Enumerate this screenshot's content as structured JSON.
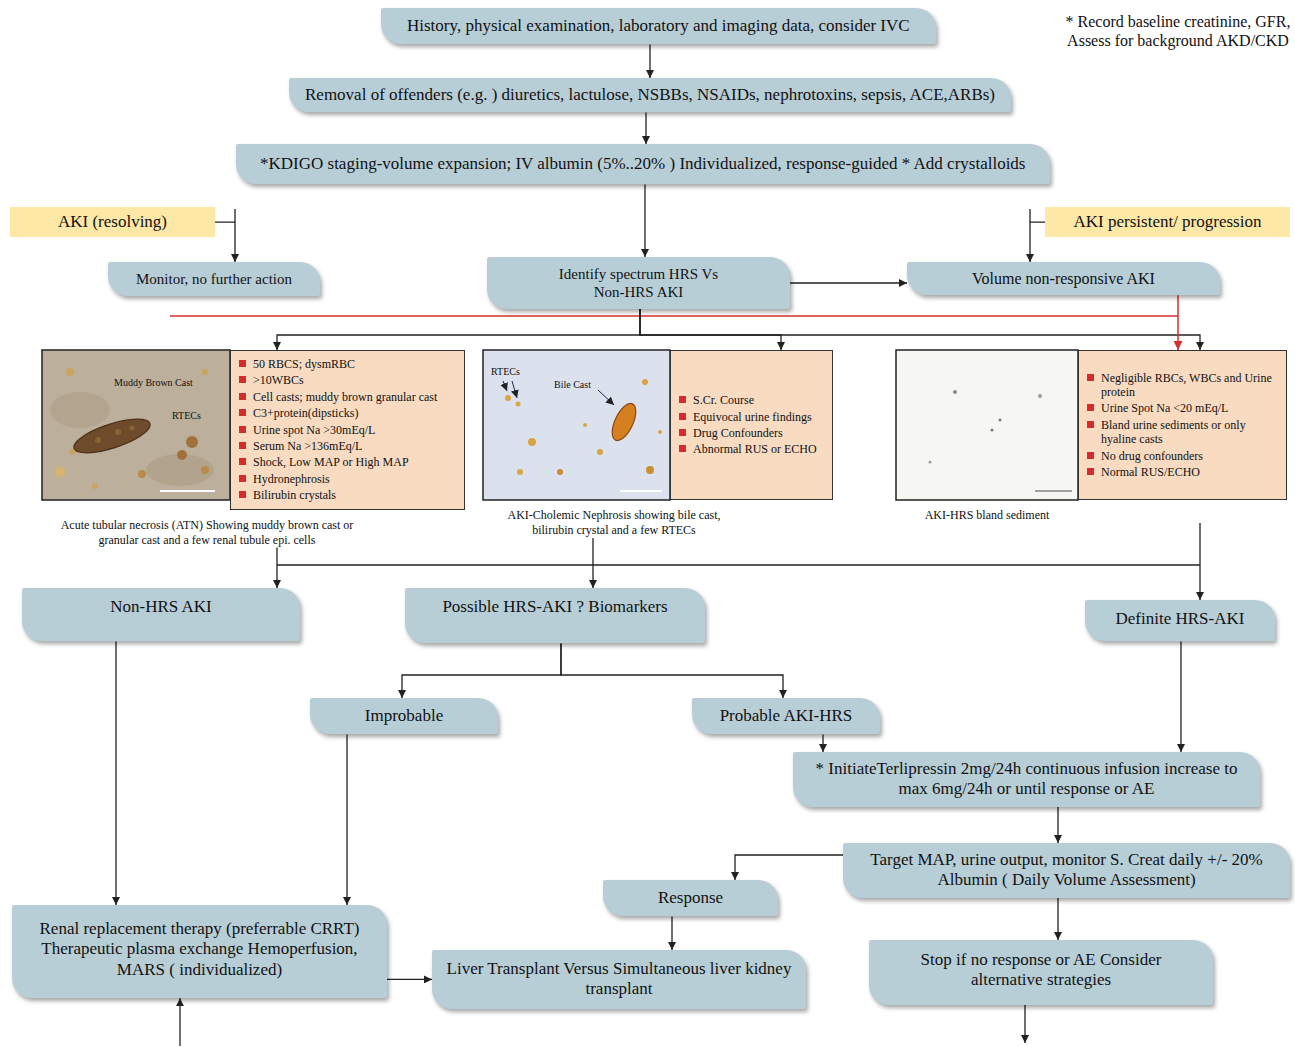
{
  "diagram": {
    "nodes": [
      {
        "text": [
          "History, physical examination, laboratory and imaging data, consider IVC"
        ]
      },
      {
        "text": [
          "Removal of offenders (e.g. ) diuretics, lactulose, NSBBs, NSAIDs, nephrotoxins, sepsis, ACE,ARBs)"
        ]
      },
      {
        "text": [
          "*KDIGO staging-volume expansion; IV albumin (5%..20% ) Individualized, response-guided * Add crystalloids"
        ]
      },
      {
        "text": [
          "AKI (resolving)"
        ]
      },
      {
        "text": [
          "AKI persistent/ progression"
        ]
      },
      {
        "text": [
          "Monitor, no further action"
        ]
      },
      {
        "text": [
          "Identify spectrum HRS Vs Non-HRS AKI"
        ]
      },
      {
        "text": [
          "Volume non-responsive AKI"
        ]
      },
      {
        "text": [
          "Acute tubular necrosis (ATN) Showing muddy brown cast or granular cast and a few renal tubule epi. cells"
        ]
      },
      {
        "text": [
          "50 RBCS; dysmRBC",
          ">10WBCs",
          "Cell casts; muddy brown granular cast",
          "C3+protein(dipsticks)",
          "Urine spot Na >30mEq/L",
          "Serum Na >136mEq/L",
          "Shock, Low MAP or High MAP",
          "Hydronephrosis",
          "Bilirubin crystals"
        ],
        "in": 8
      },
      {
        "text": [
          "AKI-Cholemic Nephrosis showing bile cast, bilirubin crystal and a few RTECs"
        ]
      },
      {
        "text": [
          "S.Cr. Course",
          "Equivocal urine findings",
          "Drug Confounders",
          "Abnormal RUS or ECHO"
        ],
        "in": 10
      },
      {
        "text": [
          "AKI-HRS bland sediment"
        ]
      },
      {
        "text": [
          "Negligible RBCs, WBCs and Urine protein",
          "Urine Spot Na <20 mEq/L",
          "Bland urine sediments or only hyaline casts",
          "No drug confounders",
          "Normal RUS/ECHO"
        ],
        "in": 12
      },
      {
        "text": [
          "Non-HRS AKI"
        ]
      },
      {
        "text": [
          "Possible HRS-AKI ? Biomarkers"
        ]
      },
      {
        "text": [
          "Definite HRS-AKI"
        ]
      },
      {
        "text": [
          "Improbable"
        ]
      },
      {
        "text": [
          "Probable AKI-HRS"
        ]
      },
      {
        "text": [
          "* InitiateTerlipressin 2mg/24h continuous infusion increase to max 6mg/24h or until response or AE"
        ]
      },
      {
        "text": [
          "Target MAP, urine output, monitor S. Creat daily +/- 20% Albumin ( Daily Volume Assessment)"
        ]
      },
      {
        "text": [
          "Response"
        ]
      },
      {
        "text": [
          "Renal replacement therapy (preferrable CRRT) Therapeutic plasma exchange Hemoperfusion, MARS ( individualized)"
        ]
      },
      {
        "text": [
          "Liver Transplant Versus Simultaneous liver kidney transplant"
        ]
      },
      {
        "text": [
          "Stop if no response or AE Consider alternative strategies"
        ]
      }
    ],
    "edges": [
      {
        "from": 0,
        "to": 1,
        "arrow": "to"
      },
      {
        "from": 1,
        "to": 2,
        "arrow": "to"
      },
      {
        "from": 2,
        "to": 6,
        "arrow": "to"
      },
      {
        "from": 3,
        "to": 5,
        "arrow": "to"
      },
      {
        "from": 4,
        "to": 7,
        "arrow": "to"
      },
      {
        "from": 6,
        "to": 7,
        "arrow": "to"
      },
      {
        "from": 6,
        "to": 8,
        "arrow": "to"
      },
      {
        "from": 6,
        "to": 10,
        "arrow": "to"
      },
      {
        "from": 6,
        "to": 12,
        "arrow": "to"
      },
      {
        "from": 7,
        "to": 12,
        "arrow": "to"
      },
      {
        "from": 8,
        "to": 14,
        "arrow": "to"
      },
      {
        "from": 10,
        "to": 15,
        "arrow": "to"
      },
      {
        "from": 12,
        "to": 16,
        "arrow": "to"
      },
      {
        "from": 15,
        "to": 17,
        "arrow": "to"
      },
      {
        "from": 15,
        "to": 18,
        "arrow": "to"
      },
      {
        "from": 14,
        "to": 22,
        "arrow": "to"
      },
      {
        "from": 17,
        "to": 22,
        "arrow": "to"
      },
      {
        "from": 18,
        "to": 19,
        "arrow": "to"
      },
      {
        "from": 16,
        "to": 19,
        "arrow": "to"
      },
      {
        "from": 19,
        "to": 20,
        "arrow": "to"
      },
      {
        "from": 20,
        "to": 21,
        "arrow": "to"
      },
      {
        "from": 20,
        "to": 24,
        "arrow": "to"
      },
      {
        "from": 21,
        "to": 23,
        "arrow": "to"
      },
      {
        "from": 22,
        "to": 23,
        "arrow": "to"
      }
    ],
    "labels": [
      "* Record baseline creatinine, GFR, Assess for background AKD/CKD",
      "Muddy Brown Cast",
      "RTECs",
      "RTECs",
      "Bile Cast"
    ]
  }
}
